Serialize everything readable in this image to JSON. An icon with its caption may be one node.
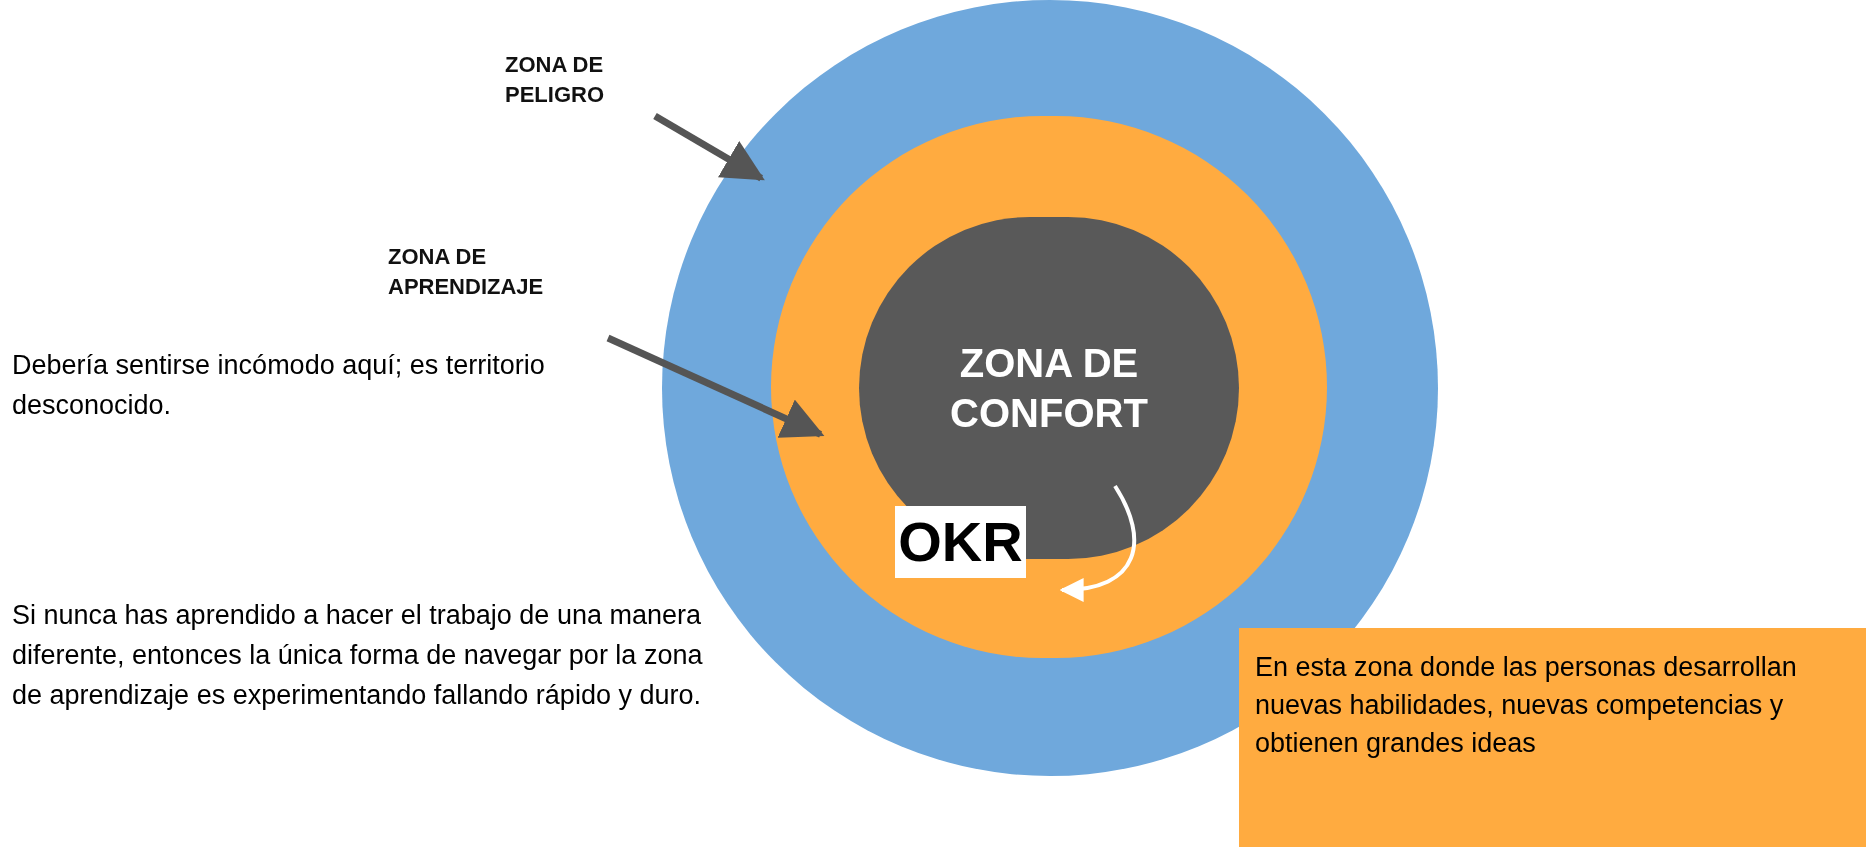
{
  "diagram": {
    "nodes": [
      {
        "text": [
          "ZONA DE PELIGRO"
        ]
      },
      {
        "text": [],
        "shape": "circle"
      },
      {
        "text": [],
        "shape": "circle",
        "in": 1
      },
      {
        "text": [
          "ZONA DE CONFORT"
        ],
        "in": 2
      },
      {
        "text": [
          "ZONA DE APRENDIZAJE"
        ]
      },
      {
        "text": [
          "OKR"
        ],
        "in": 2
      },
      {
        "text": [
          "En esta zona donde las personas desarrollan nuevas habilidades, nuevas competencias y obtienen grandes ideas"
        ]
      }
    ],
    "edges": [
      {
        "from": 0,
        "to": 1,
        "arrow": "to"
      },
      {
        "from": 4,
        "to": 2,
        "arrow": "to"
      }
    ],
    "labels": [
      "Debería sentirse incómodo aquí; es territorio desconocido.",
      "Si nunca has aprendido a hacer el trabajo de una manera diferente, entonces la única forma de navegar por la zona de aprendizaje es experimentando fallando rápido y duro."
    ]
  }
}
